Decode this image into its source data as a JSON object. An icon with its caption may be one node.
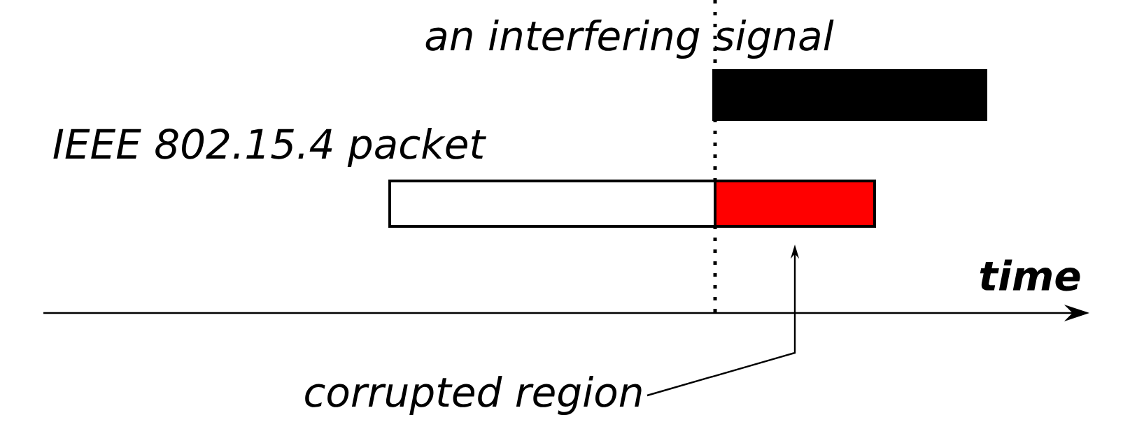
{
  "diagram": {
    "nodes": [
      {
        "text": [
          "IEEE 802.15.4 packet"
        ]
      },
      {
        "text": [],
        "shape": "box",
        "in": 0
      },
      {
        "text": [
          "an interfering signal"
        ]
      },
      {
        "text": [
          "corrupted region"
        ]
      }
    ],
    "edges": [
      {
        "from": 3,
        "to": 1,
        "arrow": "to"
      }
    ],
    "labels": [
      "time"
    ]
  }
}
